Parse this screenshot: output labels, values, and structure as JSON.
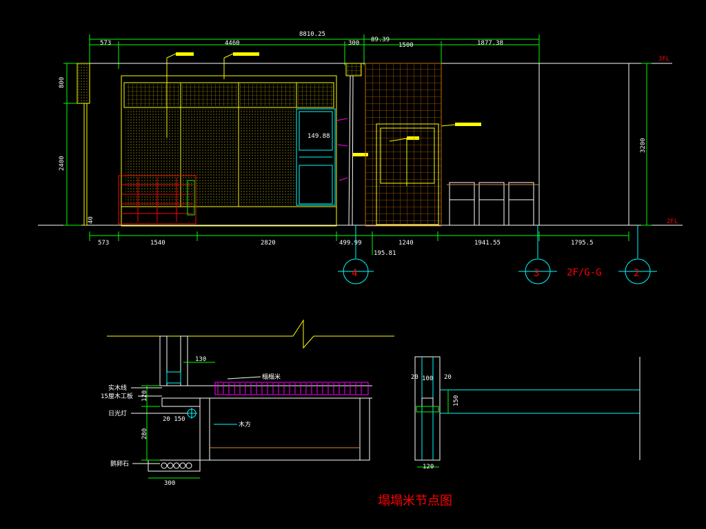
{
  "elevation": {
    "top_total": "8810.25",
    "top_dims": [
      "573",
      "4460",
      "300",
      "1500",
      "1877.38"
    ],
    "top_small": "89.39",
    "bottom_dims": [
      "573",
      "1540",
      "2820",
      "499.99",
      "1240",
      "1941.55",
      "1795.5"
    ],
    "bottom_small": "195.81",
    "left_dims": [
      "800",
      "2400",
      "40"
    ],
    "right_dim": "3200",
    "door_dim": "149.88",
    "level_top": "3FL",
    "level_bottom": "2FL",
    "axis_labels": [
      "4",
      "3",
      "2F/G-G",
      "2"
    ]
  },
  "detail": {
    "labels": [
      "实木线",
      "15厘木工板",
      "日光灯",
      "鹅卵石",
      "木方",
      "榻榻米"
    ],
    "dims_left": [
      "120",
      "280",
      "20 150",
      "130",
      "300"
    ],
    "dims_right": [
      "20",
      "100",
      "20",
      "150",
      "120"
    ],
    "title": "塌塌米节点图"
  },
  "colors": {
    "background": "#000000",
    "yellow": "#ffff00",
    "green": "#00ff00",
    "cyan": "#00ffff",
    "red": "#ff0000",
    "white": "#ffffff",
    "magenta": "#ff00ff"
  }
}
